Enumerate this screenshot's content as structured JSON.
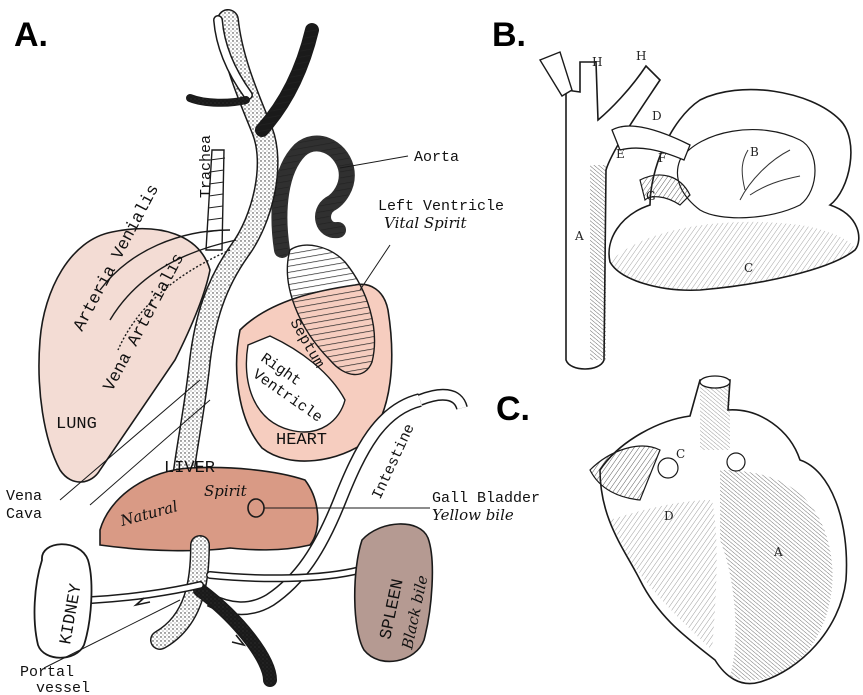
{
  "panels": {
    "a": {
      "letter": "A.",
      "labels": {
        "aorta": "Aorta",
        "trachea": "Trachea",
        "left_ventricle": "Left Ventricle",
        "vital_spirit": "Vital Spirit",
        "arteria_venialis": "Arteria Venialis",
        "vena_arterialis": "Vena Arterialis",
        "lung": "LUNG",
        "septum": "Septum",
        "right_ventricle_1": "Right",
        "right_ventricle_2": "Ventricle",
        "heart": "HEART",
        "intestine": "Intestine",
        "vena_cava_1": "Vena",
        "vena_cava_2": "Cava",
        "liver": "LIVER",
        "natural": "Natural",
        "spirit": "Spirit",
        "gall_bladder": "Gall Bladder",
        "yellow_bile": "Yellow bile",
        "kidney": "KIDNEY",
        "spleen": "SPLEEN",
        "black_bile": "Black bile",
        "portal_1": "Portal",
        "portal_2": "vessel"
      }
    },
    "b": {
      "letter": "B.",
      "engraving_letters": [
        "H",
        "H",
        "D",
        "E",
        "F",
        "G",
        "B",
        "A",
        "C"
      ]
    },
    "c": {
      "letter": "C.",
      "engraving_letters": [
        "C",
        "D",
        "A"
      ]
    }
  },
  "colors": {
    "lung_fill": "#f3dcd4",
    "heart_fill": "#f6cdbf",
    "liver_fill": "#d99a85",
    "spleen_fill": "#b59a92",
    "ink": "#1a1a1a"
  }
}
